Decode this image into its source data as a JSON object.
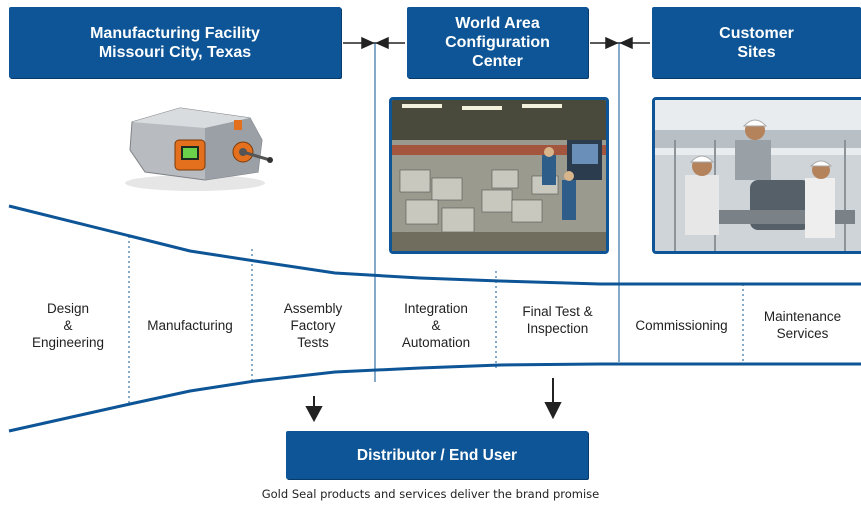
{
  "boxes": {
    "manufacturing_facility": [
      "Manufacturing Facility",
      "Missouri City, Texas"
    ],
    "world_area": [
      "World Area",
      "Configuration",
      "Center"
    ],
    "customer_sites": [
      "Customer",
      "Sites"
    ],
    "distributor": [
      "Distributor / End User"
    ]
  },
  "stages": [
    [
      "Design",
      "&",
      "Engineering"
    ],
    [
      "Manufacturing"
    ],
    [
      "Assembly",
      "Factory",
      "Tests"
    ],
    [
      "Integration",
      "&",
      "Automation"
    ],
    [
      "Final Test &",
      "Inspection"
    ],
    [
      "Commissioning"
    ],
    [
      "Maintenance",
      "Services"
    ]
  ],
  "caption": "Gold Seal products and services deliver the brand promise",
  "colors": {
    "brand_blue": "#0d5596",
    "line": "#0d5596"
  },
  "images": {
    "actuator": "actuator-product-photo",
    "factory": "factory-floor-photo",
    "field": "field-technicians-photo"
  }
}
